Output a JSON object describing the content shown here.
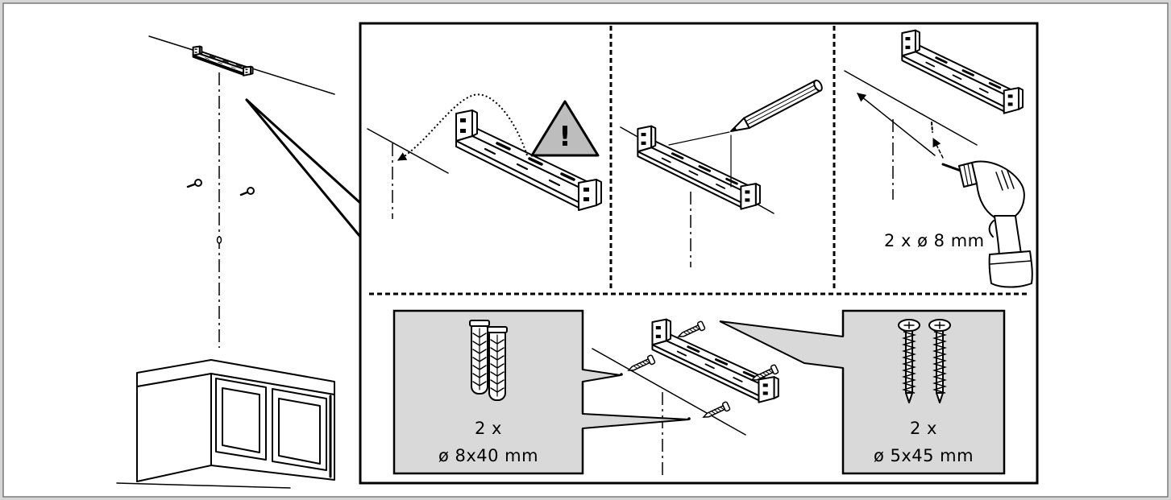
{
  "drill_step": {
    "hole_spec": "2 x ø 8 mm"
  },
  "wall_plugs": {
    "quantity": "2 x",
    "size": "ø 8x40 mm"
  },
  "screws": {
    "quantity": "2 x",
    "size": "ø 5x45 mm"
  },
  "warning": {
    "symbol": "!",
    "icon": "warning-triangle-icon"
  },
  "icons": [
    "bracket-icon",
    "pencil-icon",
    "drill-icon",
    "wall-plug-icon",
    "screw-icon",
    "warning-triangle-icon"
  ],
  "colors": {
    "background": "#ffffff",
    "line": "#000000",
    "callout_fill": "#d9d9d9",
    "warning_fill": "#bdbdbd",
    "frame": "#7a7a7a"
  }
}
